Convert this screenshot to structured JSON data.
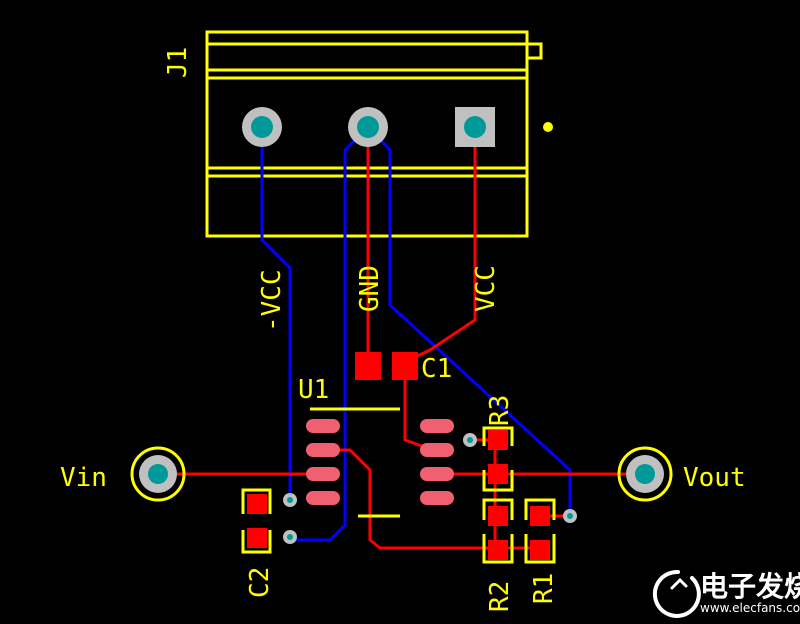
{
  "colors": {
    "background": "#000000",
    "silkscreen": "#ffff00",
    "top_copper": "#ff0000",
    "bottom_copper": "#0000ff",
    "pad_pink": "#f06070",
    "drill_teal": "#009999",
    "pad_gray": "#c0c0c0"
  },
  "labels": {
    "connector": "J1",
    "neg_supply": "-VCC",
    "ground": "GND",
    "pos_supply": "VCC",
    "opamp": "U1",
    "cap1": "C1",
    "cap2": "C2",
    "res1": "R1",
    "res2": "R2",
    "res3": "R3",
    "input": "Vin",
    "output": "Vout"
  },
  "watermark": {
    "brand": "电子发烧友",
    "url": "www.elecfans.com"
  }
}
